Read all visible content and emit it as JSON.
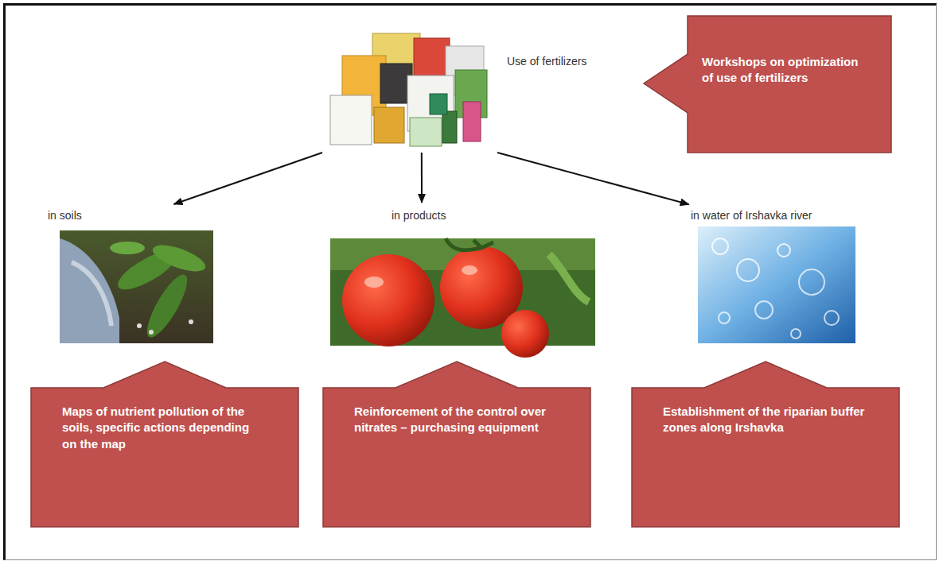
{
  "diagram": {
    "nodes": [
      {
        "text": [
          "Use of fertilizers"
        ]
      },
      {
        "text": [
          "Workshops on optimization of use of fertilizers"
        ]
      },
      {
        "text": [
          "in soils"
        ]
      },
      {
        "text": [
          "in products"
        ]
      },
      {
        "text": [
          "in water of Irshavka river"
        ]
      },
      {
        "text": [
          "Maps of nutrient pollution of the soils, specific actions depending on the map"
        ]
      },
      {
        "text": [
          "Reinforcement of the control over nitrates – purchasing equipment"
        ]
      },
      {
        "text": [
          "Establishment of the riparian buffer zones along Irshavka"
        ]
      }
    ],
    "edges": [
      {
        "from": 0,
        "to": 2,
        "arrow": "to"
      },
      {
        "from": 0,
        "to": 3,
        "arrow": "to"
      },
      {
        "from": 0,
        "to": 4,
        "arrow": "to"
      }
    ]
  }
}
